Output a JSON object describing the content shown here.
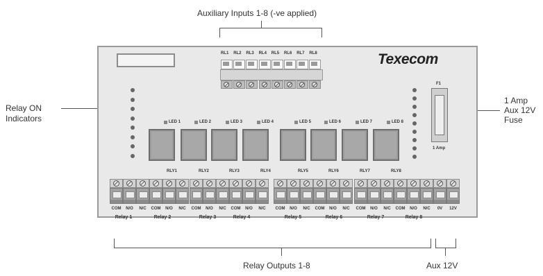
{
  "callouts": {
    "aux_inputs": "Auxiliary Inputs 1-8 (-ve applied)",
    "relay_on_line1": "Relay ON",
    "relay_on_line2": "Indicators",
    "fuse_line1": "1 Amp",
    "fuse_line2": "Aux 12V",
    "fuse_line3": "Fuse",
    "relay_outputs": "Relay Outputs 1-8",
    "aux_12v": "Aux 12V"
  },
  "board": {
    "brand": "Texecom",
    "fuse_id": "F1",
    "fuse_rating": "1 Amp",
    "aux_inputs": [
      "RL1",
      "RL2",
      "RL3",
      "RL4",
      "RL5",
      "RL6",
      "RL7",
      "RL8"
    ],
    "leds": [
      "LED 1",
      "LED 2",
      "LED 3",
      "LED 4",
      "LED 5",
      "LED 6",
      "LED 7",
      "LED 8"
    ],
    "relays": [
      "RLY1",
      "RLY2",
      "RLY3",
      "RLY4",
      "RLY5",
      "RLY6",
      "RLY7",
      "RLY8"
    ],
    "terminal_labels": [
      "COM",
      "N/O",
      "N/C"
    ],
    "power_labels": [
      "0V",
      "12V"
    ],
    "relay_names": [
      "Relay 1",
      "Relay 2",
      "Relay 3",
      "Relay 4",
      "Relay 5",
      "Relay 6",
      "Relay 7",
      "Relay 8"
    ]
  },
  "colors": {
    "board_fill": "#e9e9e9",
    "relay_fill": "#9d9d9d",
    "line": "#555555"
  }
}
